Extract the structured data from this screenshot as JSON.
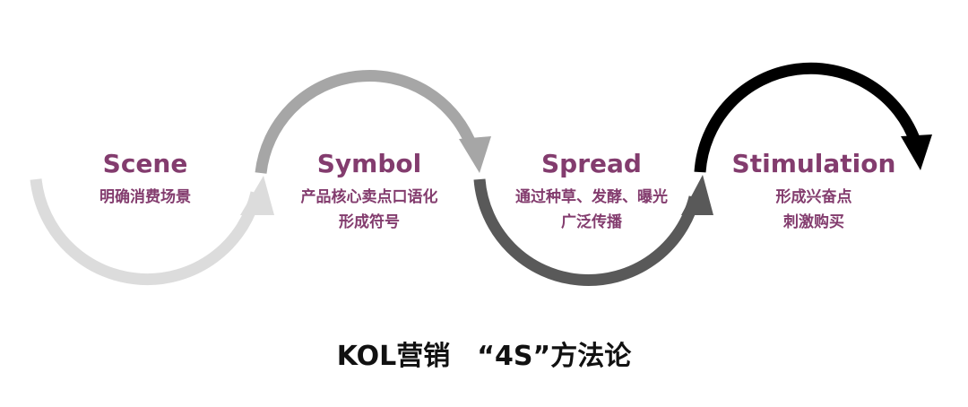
{
  "title": "KOL营销　“4S”方法论",
  "stages": [
    {
      "title": "Scene",
      "lines": [
        "明确消费场景"
      ],
      "color": "#dcdcdc"
    },
    {
      "title": "Symbol",
      "lines": [
        "产品核心卖点口语化",
        "形成符号"
      ],
      "color": "#a6a6a6"
    },
    {
      "title": "Spread",
      "lines": [
        "通过种草、发酵、曝光",
        "广泛传播"
      ],
      "color": "#595959"
    },
    {
      "title": "Stimulation",
      "lines": [
        "形成兴奋点",
        "刺激购买"
      ],
      "color": "#000000"
    }
  ],
  "text_color": "#833c6e"
}
